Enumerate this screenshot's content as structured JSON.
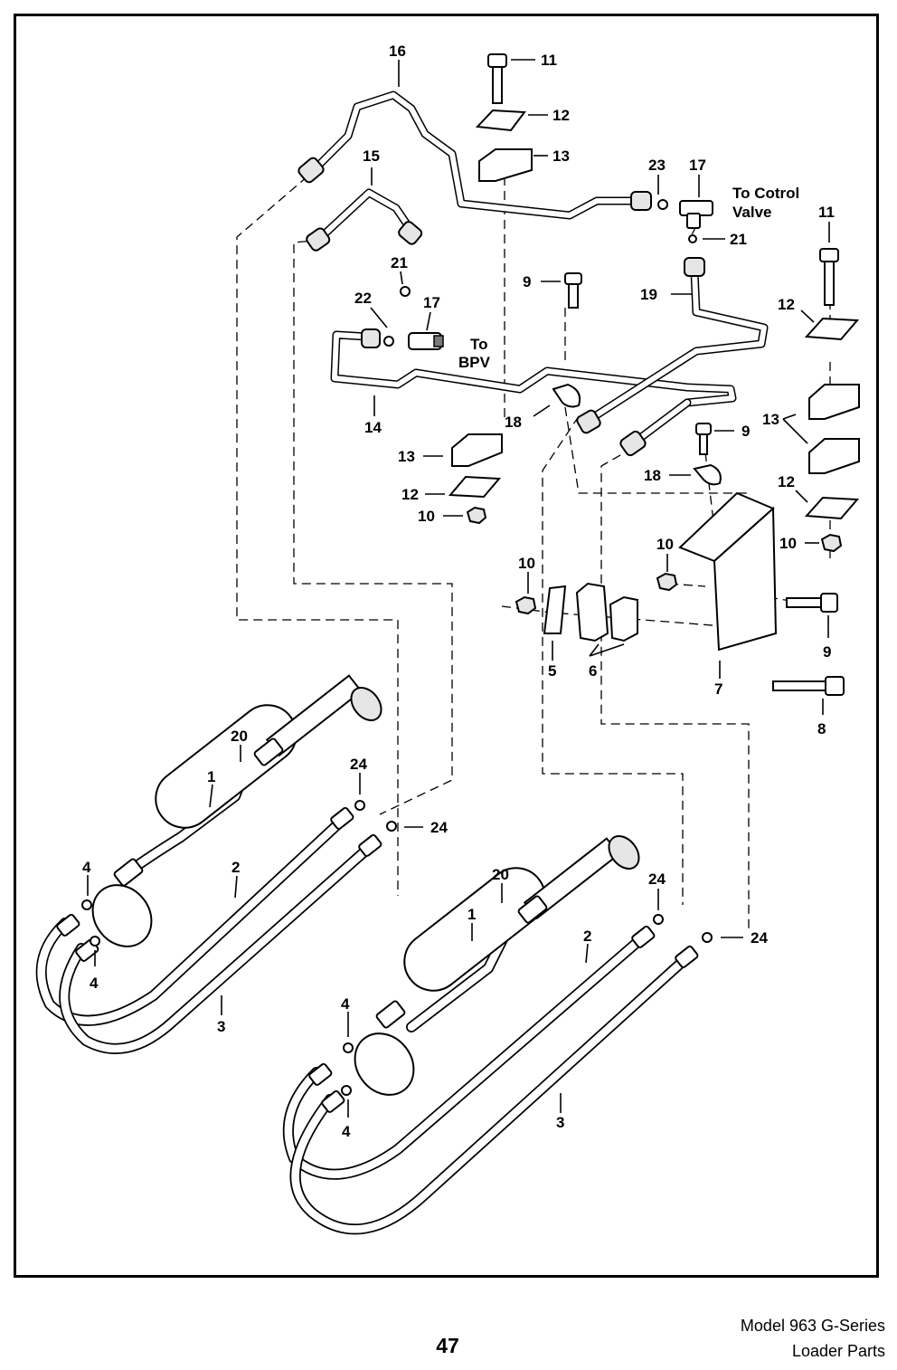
{
  "callouts": {
    "c1a": "1",
    "c1b": "1",
    "c2a": "2",
    "c2b": "2",
    "c3a": "3",
    "c3b": "3",
    "c4a": "4",
    "c4b": "4",
    "c4c": "4",
    "c4d": "4",
    "c5": "5",
    "c6": "6",
    "c7": "7",
    "c8": "8",
    "c9a": "9",
    "c9b": "9",
    "c9c": "9",
    "c10a": "10",
    "c10b": "10",
    "c10c": "10",
    "c10d": "10",
    "c11a": "11",
    "c11b": "11",
    "c12a": "12",
    "c12b": "12",
    "c12c": "12",
    "c12d": "12",
    "c13a": "13",
    "c13b": "13",
    "c13c": "13",
    "c14": "14",
    "c15": "15",
    "c16": "16",
    "c17a": "17",
    "c17b": "17",
    "c18a": "18",
    "c18b": "18",
    "c19": "19",
    "c20a": "20",
    "c20b": "20",
    "c21a": "21",
    "c21b": "21",
    "c22": "22",
    "c23": "23",
    "c24a": "24",
    "c24b": "24",
    "c24c": "24",
    "c24d": "24"
  },
  "notes": {
    "control_valve_1": "To Cotrol",
    "control_valve_2": "Valve",
    "bpv_1": "To",
    "bpv_2": "BPV"
  },
  "footer": {
    "page_number": "47",
    "model": "Model 963 G-Series",
    "section": "Loader Parts"
  }
}
